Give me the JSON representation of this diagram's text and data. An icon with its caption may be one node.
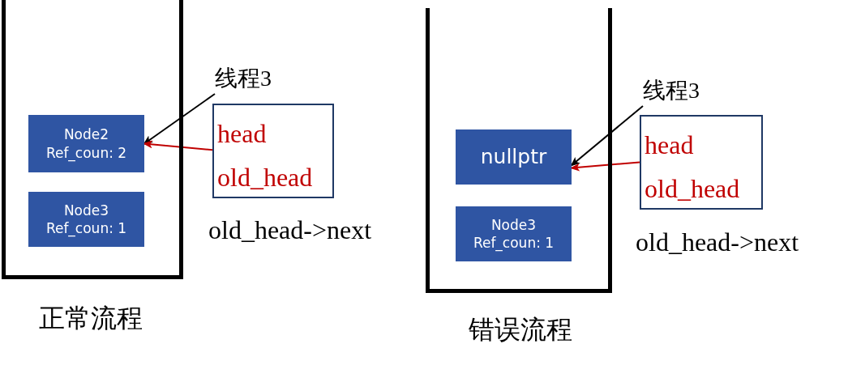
{
  "diagram": {
    "nodes": [
      {
        "text": [],
        "shape": "box",
        "beside": [
          "正常流程"
        ]
      },
      {
        "text": [
          "Node2",
          "Ref_coun: 2"
        ],
        "in": 0
      },
      {
        "text": [
          "Node3",
          "Ref_coun: 1"
        ],
        "in": 0
      },
      {
        "text": [
          "线程3"
        ]
      },
      {
        "text": [
          "head",
          "old_head"
        ],
        "beside": [
          "old_head->next"
        ]
      },
      {
        "text": [],
        "shape": "box",
        "beside": [
          "错误流程"
        ]
      },
      {
        "text": [
          "nullptr"
        ],
        "in": 5
      },
      {
        "text": [
          "Node3",
          "Ref_coun: 1"
        ],
        "in": 5
      },
      {
        "text": [
          "线程3"
        ]
      },
      {
        "text": [
          "head",
          "old_head"
        ],
        "beside": [
          "old_head->next"
        ]
      }
    ],
    "edges": [
      {
        "from": 3,
        "to": 1,
        "arrow": "to"
      },
      {
        "from": 4,
        "to": 1,
        "arrow": "to",
        "color": "#c00000"
      },
      {
        "from": 8,
        "to": 6,
        "arrow": "to"
      },
      {
        "from": 9,
        "to": 6,
        "arrow": "to",
        "color": "#c00000"
      }
    ]
  }
}
